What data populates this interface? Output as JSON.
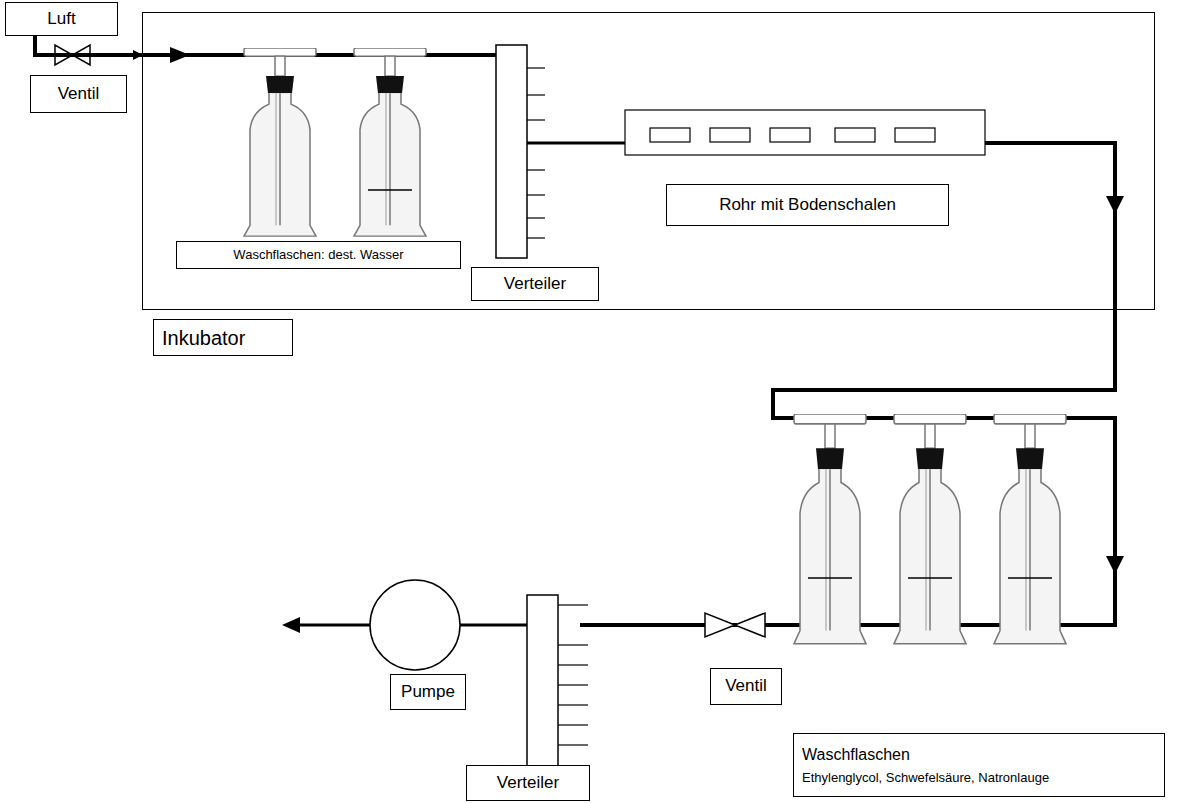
{
  "diagram": {
    "nodes": [
      {
        "text": [
          "Luft"
        ]
      },
      {
        "text": [
          "Ventil"
        ]
      },
      {
        "text": [
          "Inkubator"
        ]
      },
      {
        "text": [
          "Rohr mit Bodenschalen"
        ],
        "in": 2
      },
      {
        "text": [
          "Waschflaschen: dest. Wasser"
        ],
        "in": 2
      },
      {
        "text": [
          "Verteiler"
        ],
        "in": 2
      },
      {
        "text": [
          "Ventil"
        ]
      },
      {
        "text": [
          "Pumpe"
        ]
      },
      {
        "text": [
          "Waschflaschen",
          "Ethylenglycol, Schwefelsäure, Natronlauge"
        ]
      },
      {
        "text": [
          "Verteiler"
        ]
      }
    ],
    "edges": [
      {
        "from": 0,
        "to": 2,
        "arrow": "to"
      }
    ]
  }
}
